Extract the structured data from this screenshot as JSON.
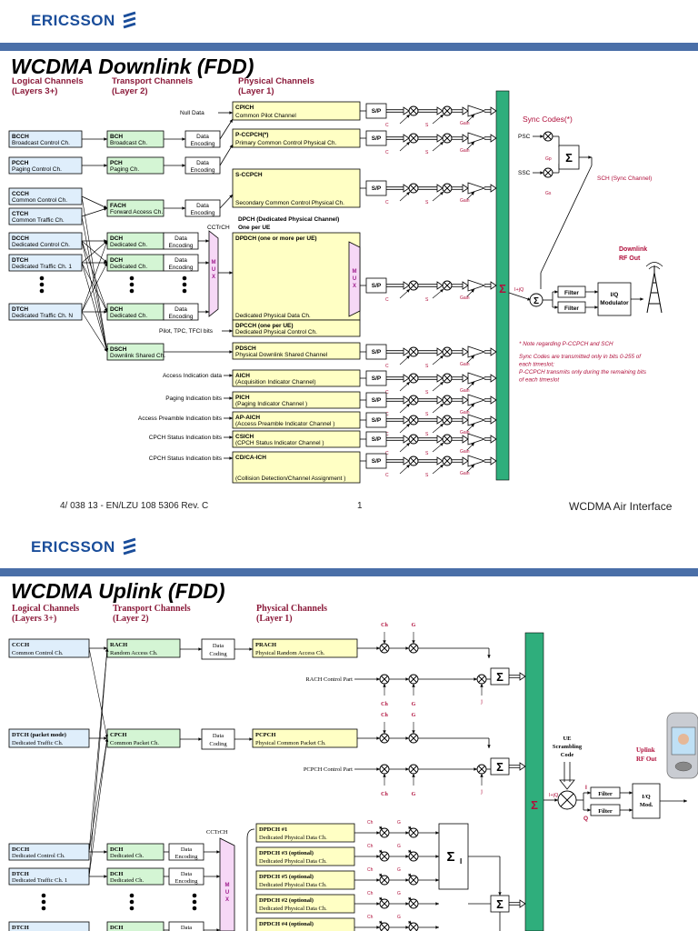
{
  "colors": {
    "accent_bar": "#4a6fa8",
    "logo": "#1a4d9a",
    "heading": "#8b1a3a",
    "logical_fill": "#dfeefb",
    "transport_fill": "#d4f5d4",
    "physical_fill": "#ffffc4",
    "mux_fill": "#f6d8f6",
    "sum_bar": "#2fae7c",
    "note": "#b0103c"
  },
  "logo": {
    "text": "ERICSSON"
  },
  "slide1": {
    "title": "WCDMA Downlink (FDD)",
    "headers": {
      "logical": [
        "Logical Channels",
        "(Layers 3+)"
      ],
      "transport": [
        "Transport Channels",
        "(Layer 2)"
      ],
      "physical": [
        "Physical Channels",
        "(Layer 1)"
      ]
    },
    "logical": [
      {
        "abbr": "BCCH",
        "name": "Broadcast Control Ch."
      },
      {
        "abbr": "PCCH",
        "name": "Paging Control Ch."
      },
      {
        "abbr": "CCCH",
        "name": "Common Control Ch."
      },
      {
        "abbr": "CTCH",
        "name": "Common Traffic Ch."
      },
      {
        "abbr": "DCCH",
        "name": "Dedicated Control Ch."
      },
      {
        "abbr": "DTCH",
        "name": "Dedicated Traffic Ch. 1"
      },
      {
        "abbr": "DTCH",
        "name": "Dedicated Traffic Ch. N"
      }
    ],
    "transport": [
      {
        "abbr": "BCH",
        "name": "Broadcast Ch."
      },
      {
        "abbr": "PCH",
        "name": "Paging Ch."
      },
      {
        "abbr": "FACH",
        "name": "Forward Access Ch."
      },
      {
        "abbr": "DCH",
        "name": "Dedicated Ch."
      },
      {
        "abbr": "DCH",
        "name": "Dedicated Ch."
      },
      {
        "abbr": "DCH",
        "name": "Dedicated Ch."
      },
      {
        "abbr": "DSCH",
        "name": "Downlink Shared Ch."
      }
    ],
    "data_encoding": "Data Encoding",
    "null_data": "Null Data",
    "cctrch": "CCTrCH",
    "mux": "MUX",
    "pilot_bits": "Pilot, TPC, TFCI bits",
    "dpch": [
      "DPCH (Dedicated Physical Channel)",
      "One per UE"
    ],
    "physical": [
      {
        "abbr": "CPICH",
        "name": "Common Pilot Channel"
      },
      {
        "abbr": "P-CCPCH(*)",
        "name": "Primary Common Control Physical Ch."
      },
      {
        "abbr": "S-CCPCH",
        "name": "Secondary Common Control Physical Ch."
      },
      {
        "abbr": "DPDCH (one or more per UE)",
        "name": "Dedicated Physical Data Ch."
      },
      {
        "abbr": "DPCCH (one per UE)",
        "name": "Dedicated Physical Control Ch."
      },
      {
        "abbr": "PDSCH",
        "name": "Physical Downlink Shared Channel"
      },
      {
        "abbr": "AICH",
        "name": "(Acquisition Indicator Channel)"
      },
      {
        "abbr": "PICH",
        "name": "(Paging Indicator Channel )"
      },
      {
        "abbr": "AP-AICH",
        "name": "(Access Preamble Indicator Channel )"
      },
      {
        "abbr": "CSICH",
        "name": "(CPCH Status Indicator Channel )"
      },
      {
        "abbr": "CD/CA-ICH",
        "name": "(Collision Detection/Channel Assignment )"
      }
    ],
    "indication_inputs": [
      "Access Indication data",
      "Paging Indication bits",
      "Access Preamble Indication bits",
      "CPCH Status Indication bits",
      "CPCH Status Indication bits"
    ],
    "sp": "S/P",
    "gain": "Gain",
    "sync_codes": "Sync Codes(*)",
    "psc": "PSC",
    "ssc": "SSC",
    "sch": "SCH (Sync Channel)",
    "rf_out": [
      "Downlink",
      "RF Out"
    ],
    "filter": "Filter",
    "iq_mod": [
      "I/Q",
      "Modulator"
    ],
    "iq": "I+jQ",
    "note": [
      "* Note regarding P-CCPCH and SCH",
      "Sync Codes are transmitted only in bits 0-255 of",
      "each timeslot;",
      "P-CCPCH transmits only during the remaining bits",
      "of each timeslot"
    ]
  },
  "footer": {
    "left": "4/ 038 13 - EN/LZU 108 5306  Rev. C",
    "page": "1",
    "right": "WCDMA Air Interface"
  },
  "slide2": {
    "title": "WCDMA Uplink (FDD)",
    "headers": {
      "logical": [
        "Logical Channels",
        "(Layers 3+)"
      ],
      "transport": [
        "Transport Channels",
        "(Layer 2)"
      ],
      "physical": [
        "Physical Channels",
        "(Layer 1)"
      ]
    },
    "logical": [
      {
        "abbr": "CCCH",
        "name": "Common Control Ch."
      },
      {
        "abbr": "DTCH (packet mode)",
        "name": "Dedicated Traffic Ch."
      },
      {
        "abbr": "DCCH",
        "name": "Dedicated Control Ch."
      },
      {
        "abbr": "DTCH",
        "name": "Dedicated Traffic Ch. 1"
      },
      {
        "abbr": "DTCH",
        "name": ""
      }
    ],
    "transport": [
      {
        "abbr": "RACH",
        "name": "Random Access Ch."
      },
      {
        "abbr": "CPCH",
        "name": "Common Packet Ch."
      },
      {
        "abbr": "DCH",
        "name": "Dedicated Ch."
      },
      {
        "abbr": "DCH",
        "name": "Dedicated Ch."
      },
      {
        "abbr": "DCH",
        "name": ""
      }
    ],
    "data_coding": "Data Coding",
    "data_encoding": "Data Encoding",
    "data": "Data",
    "physical": [
      {
        "abbr": "PRACH",
        "name": "Physical Random Access Ch."
      },
      {
        "abbr": "PCPCH",
        "name": "Physical Common Packet Ch."
      },
      {
        "abbr": "DPDCH #1",
        "name": "Dedicated Physical Data Ch."
      },
      {
        "abbr": "DPDCH #3 (optional)",
        "name": "Dedicated Physical Data Ch."
      },
      {
        "abbr": "DPDCH #5 (optional)",
        "name": "Dedicated Physical Data Ch."
      },
      {
        "abbr": "DPDCH #2 (optional)",
        "name": "Dedicated Physical Data Ch."
      },
      {
        "abbr": "DPDCH #4 (optional)",
        "name": ""
      }
    ],
    "rach_ctrl": "RACH Control Part",
    "pcpch_ctrl": "PCPCH Control Part",
    "cctrch": "CCTrCH",
    "mux": "MUX",
    "ue_code": [
      "UE",
      "Scrambling",
      "Code"
    ],
    "rf_out": [
      "Uplink",
      "RF Out"
    ],
    "filter": "Filter",
    "iq_mod": [
      "I/Q",
      "Mod."
    ],
    "iq": "I+jQ",
    "i": "I",
    "q": "Q",
    "j": "j",
    "ch_d": "Ch",
    "g_d": "G",
    "sum_i": "ΣI"
  }
}
